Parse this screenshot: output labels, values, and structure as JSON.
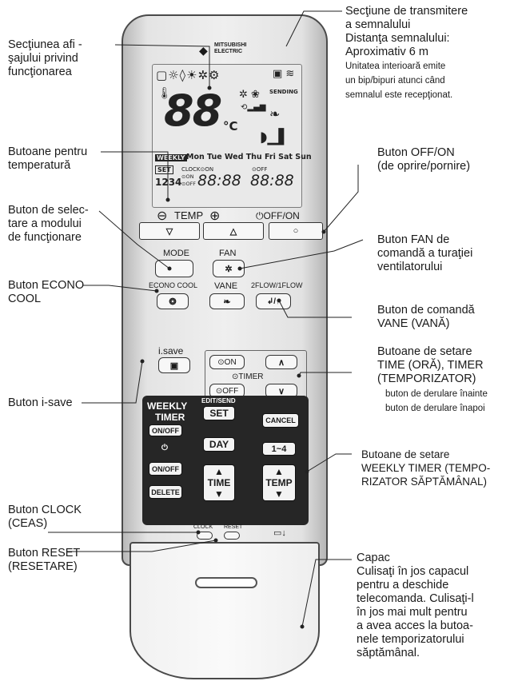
{
  "remote": {
    "brand_line1": "MITSUBISHI",
    "brand_line2": "ELECTRIC",
    "lcd_temp": "88",
    "lcd_unit": "°C",
    "lcd_sending": "SENDING",
    "lcd_weekly": "WEEKLY",
    "lcd_days": "Mon Tue Wed Thu Fri Sat Sun",
    "lcd_set": "SET",
    "lcd_clock_on": "CLOCK⊙ON",
    "lcd_off": "⊙OFF",
    "lcd_1234": "1234",
    "lcd_on_small": "⊙ON",
    "lcd_off_small": "⊙OFF",
    "lcd_time1": "88:88",
    "lcd_time2": "88:88",
    "temp_label": "TEMP",
    "off_on_label": "⏻OFF/ON",
    "mode": "MODE",
    "fan": "FAN",
    "econo_cool": "ECONO COOL",
    "vane": "VANE",
    "flow": "2FLOW/1FLOW",
    "isave": "i.save",
    "on": "⊙ON",
    "timer": "⊙TIMER",
    "off": "⊙OFF",
    "weekly": "WEEKLY",
    "timer_w": "TIMER",
    "on_off": "ON/OFF",
    "edit_send": "EDIT/SEND",
    "set": "SET",
    "cancel": "CANCEL",
    "day": "DAY",
    "one_four": "1~4",
    "on_off2": "ON/OFF",
    "delete": "DELETE",
    "time": "TIME",
    "temp": "TEMP",
    "clock": "CLOCK",
    "reset": "RESET"
  },
  "labels": {
    "display": [
      "Secţiunea afi -",
      "şajului privind",
      "funcţionarea"
    ],
    "temperature": [
      "Butoane pentru",
      "temperatură"
    ],
    "mode_select": [
      "Buton de selec-",
      "tare a modului",
      "de funcţionare"
    ],
    "econo": [
      "Buton ECONO",
      "COOL"
    ],
    "isave": "Buton i-save",
    "clock": [
      "Buton CLOCK",
      "(CEAS)"
    ],
    "reset": [
      "Buton RESET",
      "(RESETARE)"
    ],
    "transmit": [
      "Secţiune de transmitere",
      "a semnalului",
      "Distanţa semnalului:",
      "Aproximativ 6 m"
    ],
    "transmit_note": [
      "Unitatea interioară emite",
      "un bip/bipuri atunci când",
      "semnalul este recepţionat."
    ],
    "off_on": [
      "Buton OFF/ON",
      "(de oprire/pornire)"
    ],
    "fan": [
      "Buton FAN de",
      "comandă a turaţiei",
      "ventilatorului"
    ],
    "vane": [
      "Buton de comandă",
      "VANE (VANĂ)"
    ],
    "time_timer": [
      "Butoane de setare",
      "TIME (ORĂ), TIMER",
      "(TEMPORIZATOR)"
    ],
    "scroll_note": [
      "buton de derulare înainte",
      "buton de derulare înapoi"
    ],
    "weekly": [
      "Butoane de setare",
      "WEEKLY TIMER (TEMPO-",
      "RIZATOR SĂPTĂMÂNAL)"
    ],
    "cover": [
      "Capac",
      "Culisaţi în jos capacul",
      "pentru a deschide",
      "telecomanda. Culisaţi-l",
      "în jos mai mult pentru",
      "a avea acces la butoa-",
      "nele temporizatorului",
      "săptămânal."
    ]
  }
}
